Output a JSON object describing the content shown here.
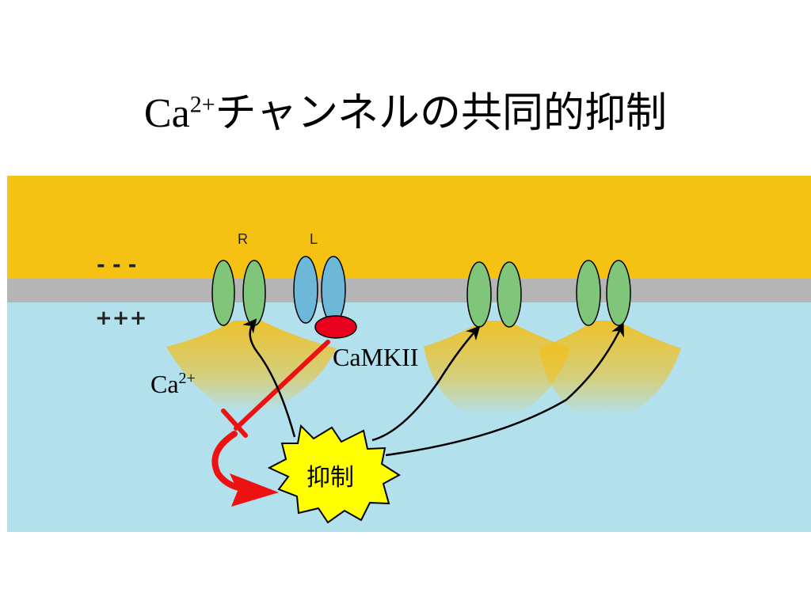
{
  "slide": {
    "title_prefix": "Ca",
    "title_superscript": "2+",
    "title_suffix": "チャンネルの共同的抑制"
  },
  "diagram": {
    "outside_charge": "- - -",
    "inside_charge": "+++",
    "channel_labels": {
      "r": "R",
      "l": "L"
    },
    "enzyme_label": "CaMKII",
    "ion_label": "Ca",
    "ion_superscript": "2+",
    "inhibition_label": "抑制",
    "colors": {
      "extracellular": "#F5C214",
      "membrane": "#B5B5B5",
      "cytoplasm": "#B3E0ED",
      "ca_channel": "#80C67A",
      "l_channel": "#6DB8D9",
      "camkii": "#E8001C",
      "inhibition_arrow": "#EE1111",
      "inhibition_star": "#FFFF00"
    }
  }
}
